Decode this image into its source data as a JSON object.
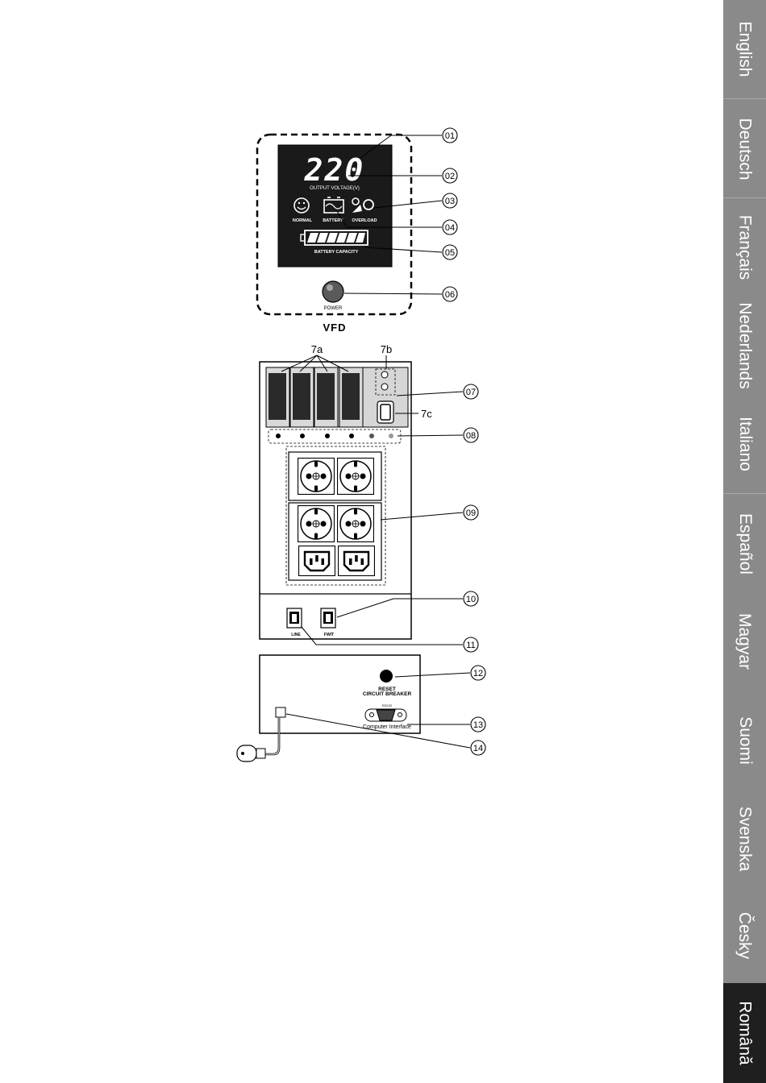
{
  "sidebar": {
    "languages": [
      "English",
      "Deutsch",
      "Français",
      "Nederlands",
      "Italiano",
      "Español",
      "Magyar",
      "Suomi",
      "Svenska",
      "Česky",
      "Română"
    ],
    "active": "Română"
  },
  "vfd": {
    "voltage": "220",
    "output_voltage_label": "OUTPUT VOLTAGE(V)",
    "normal_label": "NORMAL",
    "battery_label": "BATTERY",
    "overload_label": "OVERLOAD",
    "battery_capacity_label": "BATTERY CAPACITY",
    "power_label": "POWER",
    "caption": "VFD"
  },
  "rear": {
    "label_7a": "7a",
    "label_7b": "7b",
    "label_7c": "7c",
    "line_label": "LINE",
    "fwit_label": "FWIT",
    "reset_label_1": "RESET",
    "reset_label_2": "CIRCUIT BREAKER",
    "rs232_label": "RS232",
    "computer_interface_label": "Computer Interface"
  },
  "callouts": [
    "01",
    "02",
    "03",
    "04",
    "05",
    "06",
    "07",
    "08",
    "09",
    "10",
    "11",
    "12",
    "13",
    "14"
  ],
  "colors": {
    "sidebar": "#8a8a8a",
    "active_tab": "#1f1f1f",
    "display": "#1a1a1a"
  }
}
